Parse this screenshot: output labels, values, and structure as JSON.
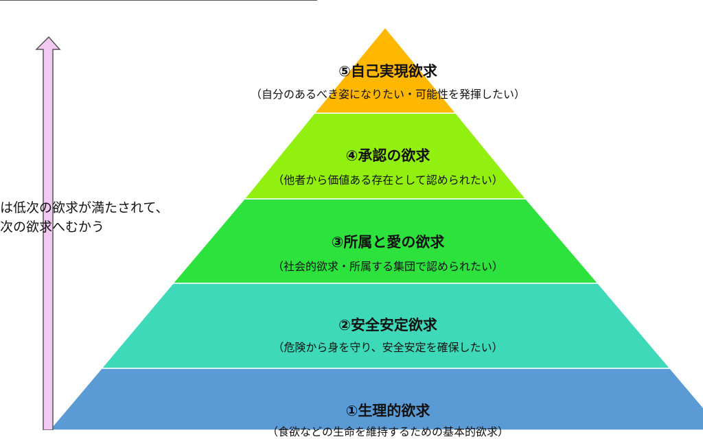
{
  "side_note": {
    "line1": "は低次の欲求が満たされて、",
    "line2": "次の欲求へむかう"
  },
  "levels": [
    {
      "title": "⑤自己実現欲求",
      "subtitle": "（自分のあるべき姿になりたい・可能性を発揮したい）",
      "color": "#FFB700"
    },
    {
      "title": "④承認の欲求",
      "subtitle": "（他者から価値ある存在として認められたい）",
      "color": "#92F011"
    },
    {
      "title": "③所属と愛の欲求",
      "subtitle": "（社会的欲求・所属する集団で認められたい）",
      "color": "#2EE23E"
    },
    {
      "title": "②安全安定欲求",
      "subtitle": "（危険から身を守り、安全安定を確保したい）",
      "color": "#3ED9B8"
    },
    {
      "title": "①生理的欲求",
      "subtitle": "（食欲などの生命を維持するための基本的欲求）",
      "color": "#5B9BD5"
    }
  ],
  "arrow": {
    "fill": "#F2C9F2",
    "stroke": "#555555"
  }
}
